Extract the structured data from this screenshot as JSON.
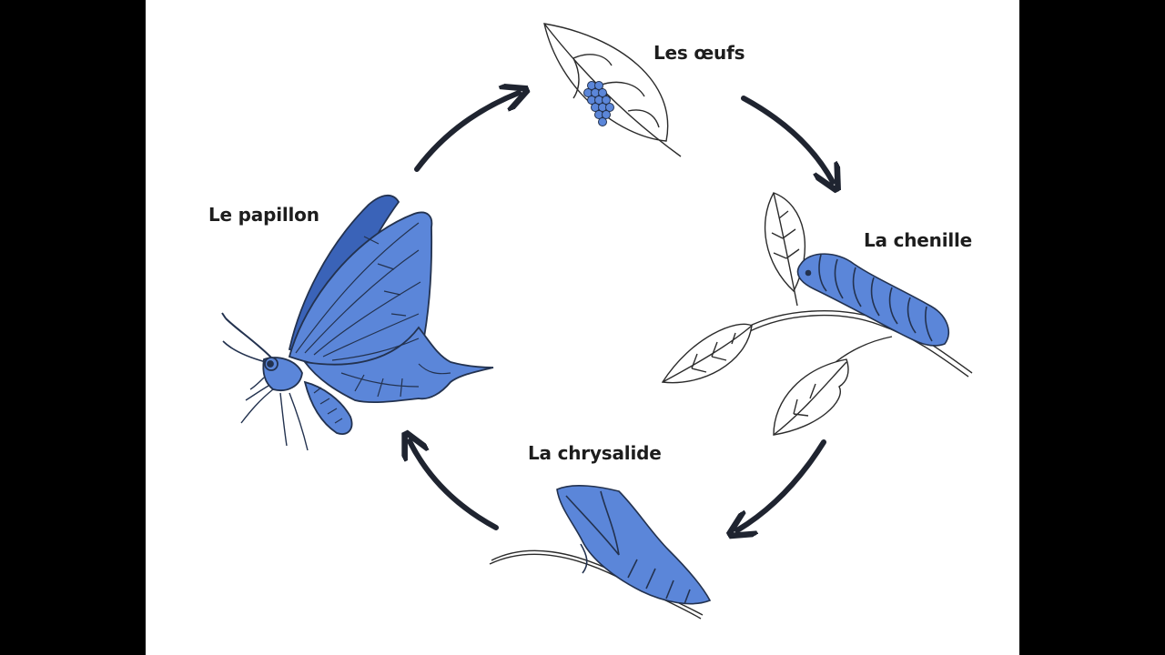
{
  "diagram": {
    "stages": [
      {
        "id": "eggs",
        "label": "Les œufs"
      },
      {
        "id": "caterpillar",
        "label": "La chenille"
      },
      {
        "id": "chrysalis",
        "label": "La chrysalide"
      },
      {
        "id": "butterfly",
        "label": "Le papillon"
      }
    ],
    "colors": {
      "fill_blue": "#5b86d9",
      "dark_blue": "#3a63b8",
      "outline": "#23324f",
      "arrow": "#1f2430",
      "background": "#ffffff",
      "letterbox": "#000000"
    },
    "icons": [
      "leaf-with-eggs",
      "caterpillar-on-branch",
      "chrysalis-on-twig",
      "butterfly",
      "cycle-arrow"
    ]
  }
}
